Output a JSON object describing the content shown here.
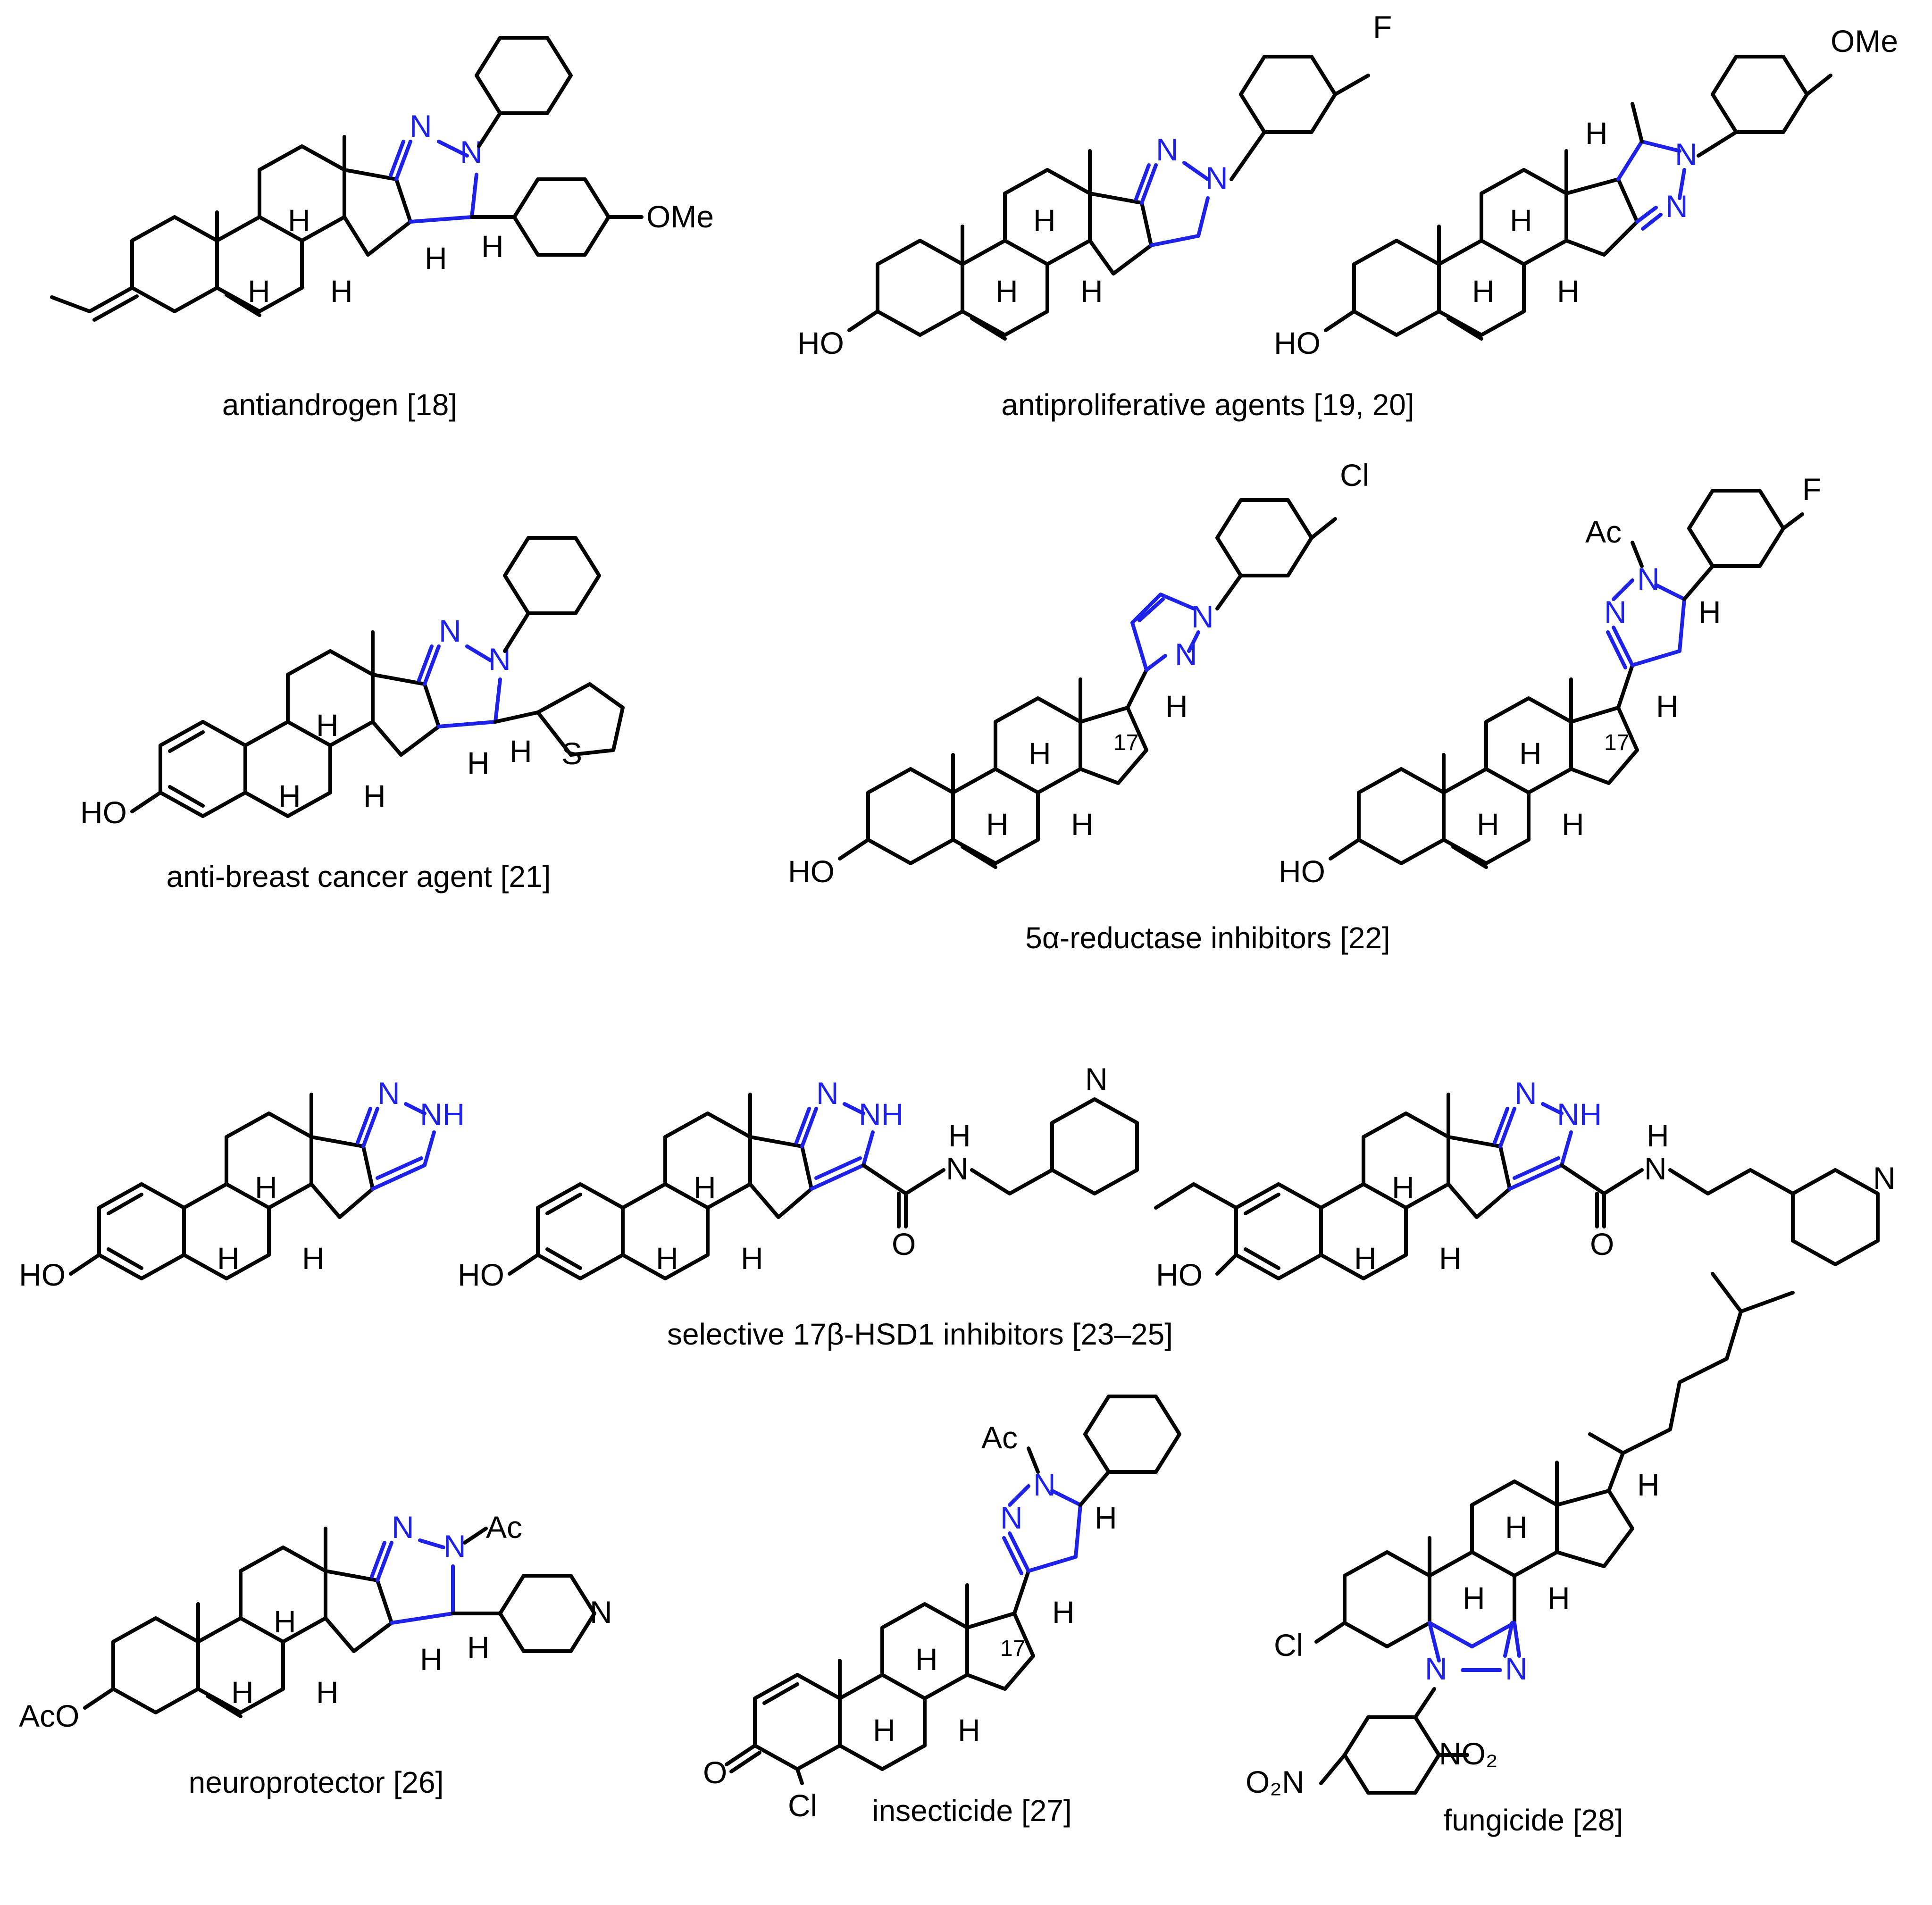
{
  "captions": {
    "antiandrogen": "antiandrogen [18]",
    "antiproliferative": "antiproliferative agents [19, 20]",
    "anti_breast_cancer": "anti-breast cancer agent [21]",
    "reductase": "5α-reductase inhibitors [22]",
    "hsd1": "selective 17β-HSD1 inhibitors [23–25]",
    "neuroprotector": "neuroprotector [26]",
    "insecticide": "insecticide [27]",
    "fungicide": "fungicide [28]"
  },
  "atoms": {
    "N": "N",
    "NH": "NH",
    "H": "H",
    "HO": "HO",
    "OMe": "OMe",
    "F": "F",
    "Cl": "Cl",
    "S": "S",
    "O": "O",
    "Ac": "Ac",
    "AcO": "AcO",
    "NO2": "NO₂",
    "O2N": "O₂N",
    "c17": "17"
  },
  "colors": {
    "highlight": "#1e22e6",
    "bond": "#000000"
  }
}
